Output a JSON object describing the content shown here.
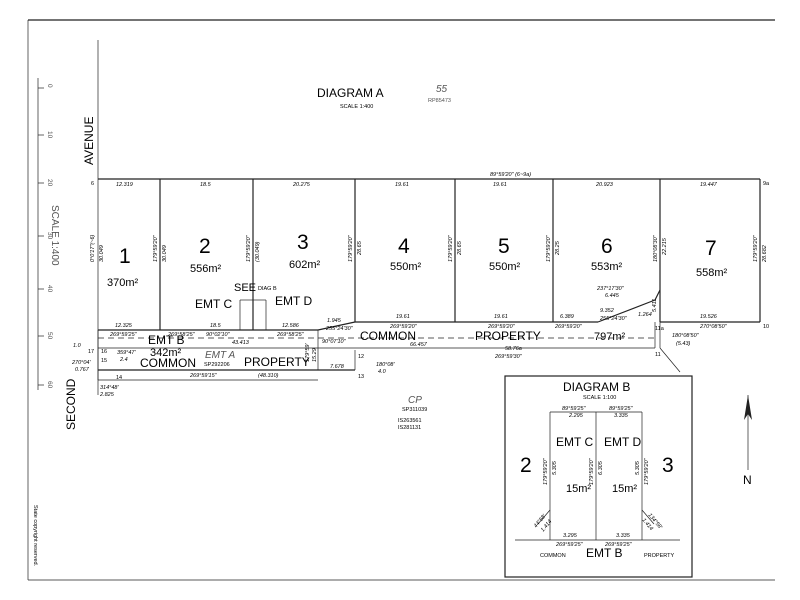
{
  "diagram_a": {
    "title": "DIAGRAM  A",
    "scale": "SCALE 1:400",
    "plan_number": "55",
    "plan_ref": "RP85473"
  },
  "roads": {
    "avenue": "AVENUE",
    "second": "SECOND"
  },
  "scale_bar": {
    "label": "SCALE  1:400",
    "ticks": [
      "0",
      "10",
      "20",
      "30",
      "40",
      "50",
      "60"
    ]
  },
  "lots": [
    {
      "number": "1",
      "area": "370m²"
    },
    {
      "number": "2",
      "area": "556m²"
    },
    {
      "number": "3",
      "area": "602m²"
    },
    {
      "number": "4",
      "area": "550m²"
    },
    {
      "number": "5",
      "area": "550m²"
    },
    {
      "number": "6",
      "area": "553m²"
    },
    {
      "number": "7",
      "area": "558m²"
    }
  ],
  "easements": {
    "emt_b": "EMT B",
    "emt_b_area": "342m²",
    "emt_c": "EMT C",
    "emt_d": "EMT D",
    "emt_a": "EMT A",
    "emt_a_ref": "SP292206",
    "see_diag": "SEE",
    "diag_b": "DIAG B"
  },
  "common_property": {
    "common": "COMMON",
    "property": "PROPERTY",
    "area": "797m²",
    "lower_common": "COMMON",
    "lower_property": "PROPERTY"
  },
  "cp": {
    "label": "CP",
    "ref1": "SP311039",
    "ref2": "IS263561",
    "ref3": "IS281131"
  },
  "top_dims": [
    "12.319",
    "18.5",
    "20.275",
    "19.61",
    "19.61",
    "20.923",
    "19.447"
  ],
  "top_bearing": "89°59'20\" (6~9a)",
  "corner_labels": {
    "c6": "6",
    "c9a": "9a",
    "c10": "10",
    "c11": "11",
    "c11a": "11a",
    "c12": "12",
    "c13": "13",
    "c14": "14",
    "c16": "16",
    "c17": "17",
    "c15": "15"
  },
  "side_dims": [
    {
      "bearing": "0°0'17\"(~6)",
      "len": "30.049"
    },
    {
      "bearing": "179°59'20\"",
      "len": "30.049"
    },
    {
      "bearing": "179°59'20\"",
      "len": "(30.049)"
    },
    {
      "bearing": "179°59'20\"",
      "len": "28.65"
    },
    {
      "bearing": "179°59'20\"",
      "len": "28.65"
    },
    {
      "bearing": "179°59'20\"",
      "len": "28.25"
    },
    {
      "bearing": "180°08'30\"",
      "len": "22.215"
    },
    {
      "bearing": "179°59'20\"",
      "len": "28.682"
    }
  ],
  "bottom_dims": {
    "b1": "12.325",
    "b1_bearing": "269°59'25\"",
    "b2": "18.5",
    "b2_bearing": "269°58'25\"",
    "b3": "90°02'10\"",
    "b3_len": "43.413",
    "b4": "12.586",
    "b4_bearing": "269°58'25\"",
    "b5": "1.945",
    "b5_bearing": "255°24'30\"",
    "b6": "19.61",
    "b6_bearing": "269°59'20\"",
    "b7": "19.61",
    "b7_bearing": "269°59'20\"",
    "b8": "6.389",
    "b8_bearing": "269°59'20\"",
    "b9": "9.352",
    "b9_bearing": "255°24'30\"",
    "b10": "19.526",
    "b10_bearing": "270°08'50\"",
    "b11": "1.264",
    "b12": "5.411",
    "lot6_diag": "237°17'30\"",
    "lot6_diag_len": "6.445",
    "cp_len": "66.457",
    "cp_bearing": "90°07'10\"",
    "cp_bottom": "58.76a",
    "cp_bottom_bearing": "269°59'30\"",
    "right_bearing": "180°08'50\"",
    "right_len": "(5.43)",
    "low_bearing": "269°59'15\"",
    "low_len": "(48.310)",
    "mid_len": "7.678",
    "cp12_bearing": "180°08'",
    "cp12_len": "4.0",
    "left1": "1.0",
    "left2": "270°04'",
    "left3": "0.767",
    "left4": "359°47'",
    "left5": "2.4",
    "left6": "314°48'",
    "left7": "2.825",
    "small_v": "15.29",
    "small_v2": "179°59'"
  },
  "diagram_b": {
    "title": "DIAGRAM B",
    "scale": "SCALE 1:100",
    "lot_left": "2",
    "lot_right": "3",
    "emt_c": "EMT C",
    "emt_d": "EMT D",
    "emt_c_area": "15m²",
    "emt_d_area": "15m²",
    "emt_b": "EMT B",
    "common": "COMMON",
    "property": "PROPERTY",
    "top_c_bearing": "89°59'25\"",
    "top_c_len": "2.295",
    "top_d_bearing": "89°59'25\"",
    "top_d_len": "3.335",
    "bot_c_len": "3.295",
    "bot_c_bearing": "269°59'25\"",
    "bot_d_len": "3.335",
    "bot_d_bearing": "269°59'25\"",
    "c_left_bearing": "179°59'20\"",
    "c_left_len": "5.305",
    "c_mid_bearing": "179°59'20\"",
    "c_mid_len": "6.305",
    "d_right_bearing": "179°59'20\"",
    "d_right_len": "5.305",
    "c_diag": "44°58'",
    "c_diag_len": "1.414",
    "d_diag": "134°58'",
    "d_diag_len": "1.414"
  },
  "north": "N",
  "copyright": "State copyright reserved."
}
